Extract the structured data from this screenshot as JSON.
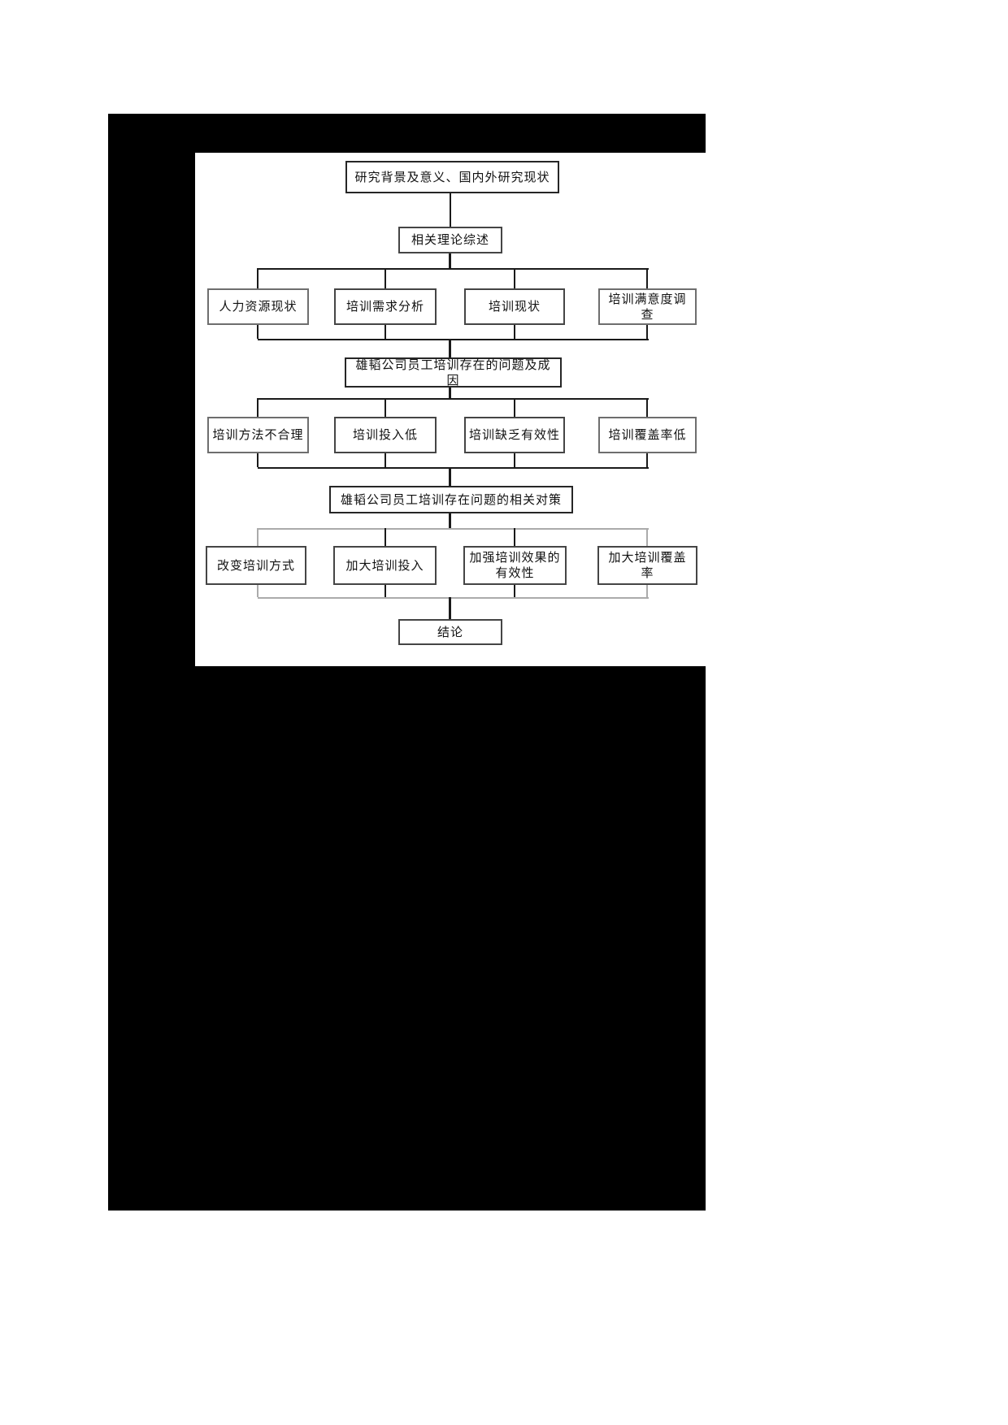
{
  "page": {
    "background": "#ffffff",
    "canvas_bg": "#000000",
    "panel_bg": "#ffffff",
    "line_color": "#1a1a1a",
    "light_line_color": "#ababab"
  },
  "flowchart": {
    "top": "研究背景及意义、国内外研究现状",
    "theory": "相关理论综述",
    "analysis_row": [
      "人力资源现状",
      "培训需求分析",
      "培训现状",
      "培训满意度调查"
    ],
    "problems_title": "雄韬公司员工培训存在的问题及成因",
    "problems_row": [
      "培训方法不合理",
      "培训投入低",
      "培训缺乏有效性",
      "培训覆盖率低"
    ],
    "solutions_title": "雄韬公司员工培训存在问题的相关对策",
    "solutions_row": [
      "改变培训方式",
      "加大培训投入",
      "加强培训效果的有效性",
      "加大培训覆盖率"
    ],
    "conclusion": "结论"
  }
}
